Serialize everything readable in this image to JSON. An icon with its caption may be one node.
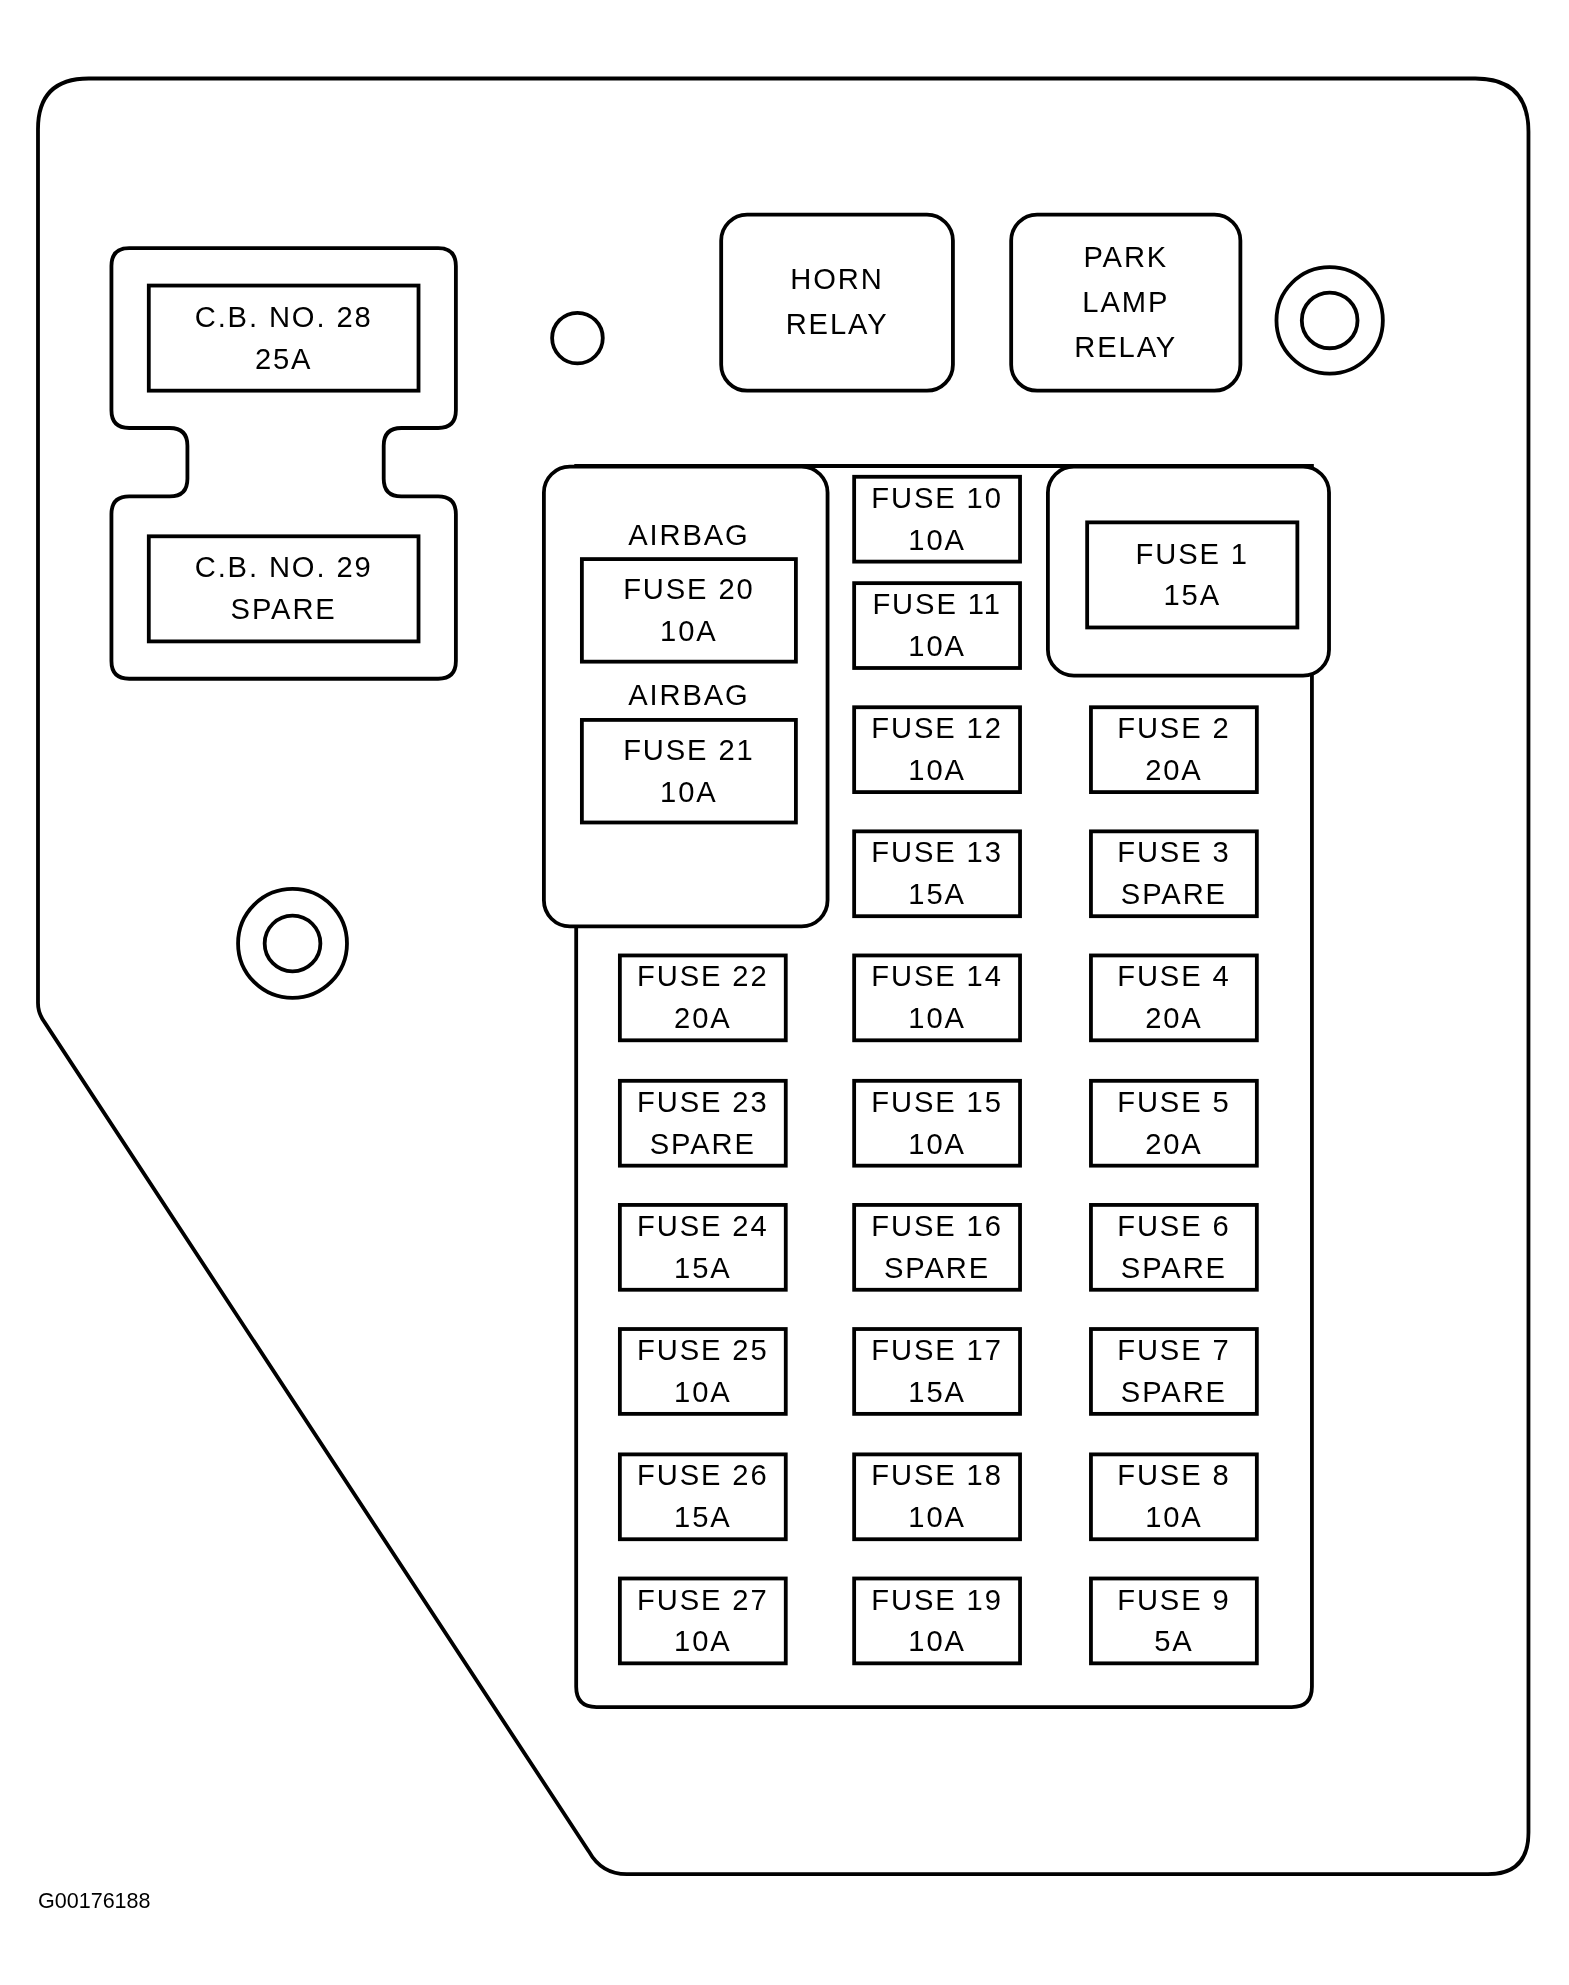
{
  "diagram": {
    "nodes": [
      {
        "text": [],
        "shape": "box"
      },
      {
        "text": [],
        "shape": "box",
        "in": 0
      },
      {
        "text": [
          "C.B. NO. 28",
          "25A"
        ],
        "in": 1
      },
      {
        "text": [
          "C.B. NO. 29",
          "SPARE"
        ],
        "in": 1
      },
      {
        "text": [
          "HORN RELAY"
        ],
        "in": 0
      },
      {
        "text": [
          "PARK LAMP RELAY"
        ],
        "in": 0
      },
      {
        "text": [],
        "shape": "box",
        "in": 9
      },
      {
        "text": [
          "AIRBAG",
          "FUSE 20",
          "10A"
        ],
        "in": 6
      },
      {
        "text": [
          "AIRBAG",
          "FUSE 21",
          "10A"
        ],
        "in": 6
      },
      {
        "text": [],
        "shape": "box",
        "in": 0
      },
      {
        "text": [
          "FUSE 10",
          "10A"
        ],
        "in": 9
      },
      {
        "text": [
          "FUSE 11",
          "10A"
        ],
        "in": 9
      },
      {
        "text": [],
        "shape": "box",
        "in": 9
      },
      {
        "text": [
          "FUSE 1",
          "15A"
        ],
        "in": 12
      },
      {
        "text": [
          "FUSE 12",
          "10A"
        ],
        "in": 9
      },
      {
        "text": [
          "FUSE 2",
          "20A"
        ],
        "in": 9
      },
      {
        "text": [
          "FUSE 13",
          "15A"
        ],
        "in": 9
      },
      {
        "text": [
          "FUSE 3",
          "SPARE"
        ],
        "in": 9
      },
      {
        "text": [
          "FUSE 22",
          "20A"
        ],
        "in": 9
      },
      {
        "text": [
          "FUSE 14",
          "10A"
        ],
        "in": 9
      },
      {
        "text": [
          "FUSE 4",
          "20A"
        ],
        "in": 9
      },
      {
        "text": [
          "FUSE 23",
          "SPARE"
        ],
        "in": 9
      },
      {
        "text": [
          "FUSE 15",
          "10A"
        ],
        "in": 9
      },
      {
        "text": [
          "FUSE 5",
          "20A"
        ],
        "in": 9
      },
      {
        "text": [
          "FUSE 24",
          "15A"
        ],
        "in": 9
      },
      {
        "text": [
          "FUSE 16",
          "SPARE"
        ],
        "in": 9
      },
      {
        "text": [
          "FUSE 6",
          "SPARE"
        ],
        "in": 9
      },
      {
        "text": [
          "FUSE 25",
          "10A"
        ],
        "in": 9
      },
      {
        "text": [
          "FUSE 17",
          "15A"
        ],
        "in": 9
      },
      {
        "text": [
          "FUSE 7",
          "SPARE"
        ],
        "in": 9
      },
      {
        "text": [
          "FUSE 26",
          "15A"
        ],
        "in": 9
      },
      {
        "text": [
          "FUSE 18",
          "10A"
        ],
        "in": 9
      },
      {
        "text": [
          "FUSE 8",
          "10A"
        ],
        "in": 9
      },
      {
        "text": [
          "FUSE 27",
          "10A"
        ],
        "in": 9
      },
      {
        "text": [
          "FUSE 19",
          "10A"
        ],
        "in": 9
      },
      {
        "text": [
          "FUSE 9",
          "5A"
        ],
        "in": 9
      }
    ],
    "edges": [],
    "labels": [
      "G00176188"
    ]
  }
}
